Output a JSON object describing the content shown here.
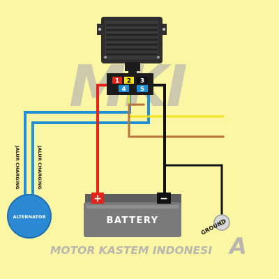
{
  "colors": {
    "background": "#fbf6a3",
    "wire_red": "#e3241b",
    "wire_blue": "#1f8fd6",
    "wire_yellow": "#f3e21a",
    "wire_brown": "#b8733a",
    "wire_black": "#111111",
    "regulator": "#2e2e2e",
    "battery": "#7a7a7a",
    "alternator": "#2b89d4"
  },
  "watermark": {
    "logo": "MKI",
    "footer_text": "MOTOR KASTEM INDONESI",
    "footer_letter": "A"
  },
  "connector": {
    "pins": [
      {
        "label": "1",
        "color": "#e3241b"
      },
      {
        "label": "2",
        "color": "#f3e21a"
      },
      {
        "label": "3",
        "color": "#111111"
      },
      {
        "label": "4",
        "color": "#1f8fd6"
      },
      {
        "label": "5",
        "color": "#1f8fd6"
      }
    ]
  },
  "battery": {
    "label": "BATTERY",
    "positive": "+",
    "negative": "−"
  },
  "alternator": {
    "label": "ALTERNATOR"
  },
  "wires": {
    "charging_label_1": "JALUR CHARGING",
    "charging_label_2": "JALUR CHARGING"
  },
  "ground": {
    "label": "GROUND"
  }
}
